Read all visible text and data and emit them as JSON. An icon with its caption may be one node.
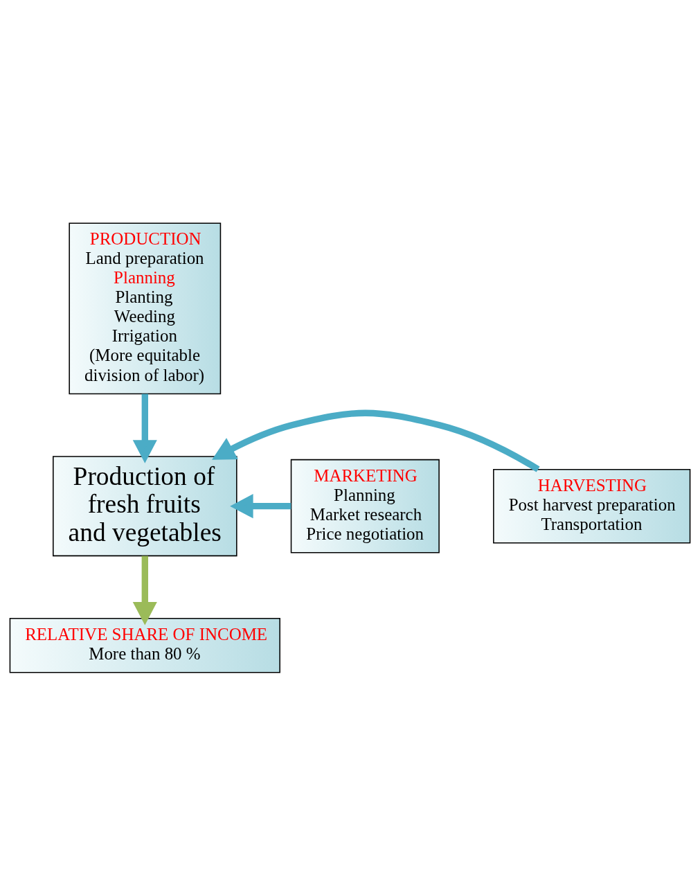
{
  "diagram": {
    "nodes": [
      {
        "text": [
          "PRODUCTION",
          "Land preparation",
          "Planning",
          "Planting",
          "Weeding",
          "Irrigation",
          "(More equitable division of labor)"
        ]
      },
      {
        "text": [
          "Production of fresh fruits and vegetables"
        ]
      },
      {
        "text": [
          "HARVESTING",
          "Post harvest preparation",
          "Transportation"
        ]
      },
      {
        "text": [
          "MARKETING",
          "Planning",
          "Market research",
          "Price negotiation"
        ]
      },
      {
        "text": [
          "RELATIVE SHARE OF INCOME",
          "More than 80 %"
        ]
      }
    ],
    "edges": [
      {
        "from": 0,
        "to": 1,
        "arrow": "to"
      },
      {
        "from": 2,
        "to": 1,
        "arrow": "to"
      },
      {
        "from": 3,
        "to": 1,
        "arrow": "to"
      },
      {
        "from": 1,
        "to": 4,
        "arrow": "to",
        "color": "#9bbb59"
      }
    ]
  }
}
